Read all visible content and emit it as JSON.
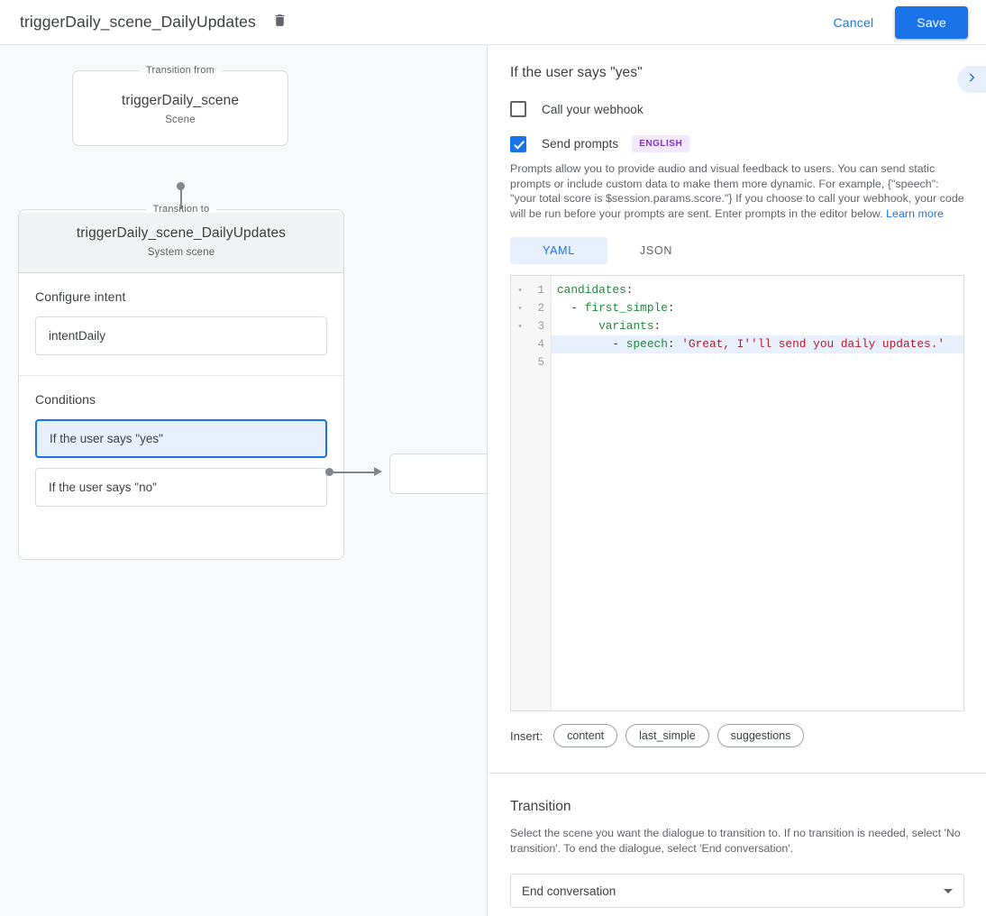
{
  "topbar": {
    "title": "triggerDaily_scene_DailyUpdates",
    "delete_icon": "trash-icon",
    "cancel_label": "Cancel",
    "save_label": "Save",
    "accent_color": "#1a73e8"
  },
  "canvas": {
    "from_node": {
      "legend": "Transition from",
      "title": "triggerDaily_scene",
      "subtitle": "Scene"
    },
    "to_node": {
      "legend": "Transition to",
      "title": "triggerDaily_scene_DailyUpdates",
      "subtitle": "System scene"
    },
    "intent_section": {
      "label": "Configure intent",
      "value": "intentDaily"
    },
    "conditions_section": {
      "label": "Conditions",
      "items": [
        {
          "label": "If the user says \"yes\"",
          "selected": true
        },
        {
          "label": "If the user says \"no\"",
          "selected": false
        }
      ]
    }
  },
  "panel": {
    "title": "If the user says \"yes\"",
    "expand_icon": "chevron-right-icon",
    "webhook": {
      "label": "Call your webhook",
      "checked": false
    },
    "prompts": {
      "label": "Send prompts",
      "checked": true,
      "language_badge": "ENGLISH",
      "badge_bg": "#f3e8fd",
      "badge_fg": "#8430ce",
      "description": "Prompts allow you to provide audio and visual feedback to users. You can send static prompts or include custom data to make them more dynamic. For example, {\"speech\": \"your total score is $session.params.score.\"} If you choose to call your webhook, your code will be run before your prompts are sent. Enter prompts in the editor below. ",
      "learn_more": "Learn more"
    },
    "editor_tabs": [
      {
        "label": "YAML",
        "active": true
      },
      {
        "label": "JSON",
        "active": false
      }
    ],
    "editor": {
      "lines": [
        {
          "num": "1",
          "fold": "▾",
          "highlight": false,
          "tokens": [
            {
              "t": "candidates",
              "c": "k"
            },
            {
              "t": ":",
              "c": "p"
            }
          ]
        },
        {
          "num": "2",
          "fold": "▾",
          "highlight": false,
          "tokens": [
            {
              "t": "  - ",
              "c": "p"
            },
            {
              "t": "first_simple",
              "c": "k"
            },
            {
              "t": ":",
              "c": "p"
            }
          ]
        },
        {
          "num": "3",
          "fold": "▾",
          "highlight": false,
          "tokens": [
            {
              "t": "      ",
              "c": "p"
            },
            {
              "t": "variants",
              "c": "k"
            },
            {
              "t": ":",
              "c": "p"
            }
          ]
        },
        {
          "num": "4",
          "fold": "",
          "highlight": true,
          "tokens": [
            {
              "t": "        - ",
              "c": "p"
            },
            {
              "t": "speech",
              "c": "k"
            },
            {
              "t": ": ",
              "c": "p"
            },
            {
              "t": "'Great, I''ll send you daily updates.'",
              "c": "s"
            }
          ]
        },
        {
          "num": "5",
          "fold": "",
          "highlight": false,
          "tokens": []
        }
      ]
    },
    "insert": {
      "label": "Insert:",
      "chips": [
        "content",
        "last_simple",
        "suggestions"
      ]
    },
    "transition": {
      "title": "Transition",
      "description": "Select the scene you want the dialogue to transition to. If no transition is needed, select 'No transition'. To end the dialogue, select 'End conversation'.",
      "selected": "End conversation",
      "caret_icon": "chevron-down-icon"
    }
  }
}
